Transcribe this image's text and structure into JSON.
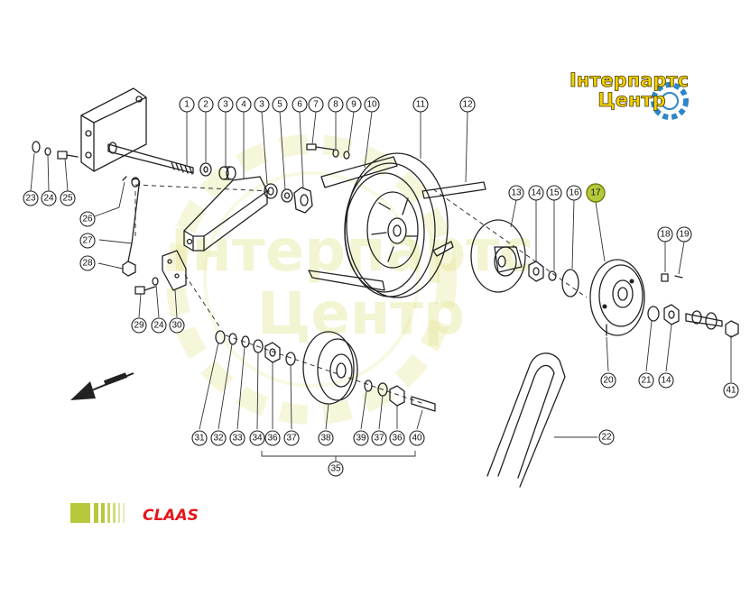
{
  "logo": {
    "line1": "Інтерпартс",
    "line2": "Центр"
  },
  "watermark": {
    "line1": "Інтерпартс",
    "line2": "Центр"
  },
  "brand": {
    "name": "CLAAS",
    "stripe_color": "#b7c93a",
    "name_color": "#e3161c"
  },
  "highlight_color": "#b7c93a",
  "callouts": [
    {
      "id": "c1",
      "label": "1"
    },
    {
      "id": "c2",
      "label": "2"
    },
    {
      "id": "c3",
      "label": "3"
    },
    {
      "id": "c4",
      "label": "4"
    },
    {
      "id": "c5",
      "label": "3"
    },
    {
      "id": "c6",
      "label": "5"
    },
    {
      "id": "c7",
      "label": "6"
    },
    {
      "id": "c8",
      "label": "7"
    },
    {
      "id": "c9",
      "label": "8"
    },
    {
      "id": "c10",
      "label": "9"
    },
    {
      "id": "c11",
      "label": "10"
    },
    {
      "id": "c12",
      "label": "11"
    },
    {
      "id": "c13",
      "label": "12"
    },
    {
      "id": "c14",
      "label": "13"
    },
    {
      "id": "c15",
      "label": "14"
    },
    {
      "id": "c16",
      "label": "15"
    },
    {
      "id": "c17",
      "label": "16"
    },
    {
      "id": "c18",
      "label": "17",
      "highlight": true
    },
    {
      "id": "c19",
      "label": "18"
    },
    {
      "id": "c20",
      "label": "19"
    },
    {
      "id": "c21",
      "label": "23"
    },
    {
      "id": "c22",
      "label": "24"
    },
    {
      "id": "c23",
      "label": "25"
    },
    {
      "id": "c24",
      "label": "26"
    },
    {
      "id": "c25",
      "label": "27"
    },
    {
      "id": "c26",
      "label": "28"
    },
    {
      "id": "c27",
      "label": "29"
    },
    {
      "id": "c28",
      "label": "24"
    },
    {
      "id": "c29",
      "label": "30"
    },
    {
      "id": "c30",
      "label": "20"
    },
    {
      "id": "c31",
      "label": "21"
    },
    {
      "id": "c32",
      "label": "14"
    },
    {
      "id": "c33",
      "label": "41"
    },
    {
      "id": "c34",
      "label": "31"
    },
    {
      "id": "c35",
      "label": "32"
    },
    {
      "id": "c36",
      "label": "33"
    },
    {
      "id": "c37",
      "label": "34"
    },
    {
      "id": "c38",
      "label": "36"
    },
    {
      "id": "c39",
      "label": "37"
    },
    {
      "id": "c40",
      "label": "38"
    },
    {
      "id": "c41",
      "label": "39"
    },
    {
      "id": "c42",
      "label": "37"
    },
    {
      "id": "c43",
      "label": "36"
    },
    {
      "id": "c44",
      "label": "40"
    },
    {
      "id": "c45",
      "label": "35"
    },
    {
      "id": "c46",
      "label": "22"
    }
  ]
}
